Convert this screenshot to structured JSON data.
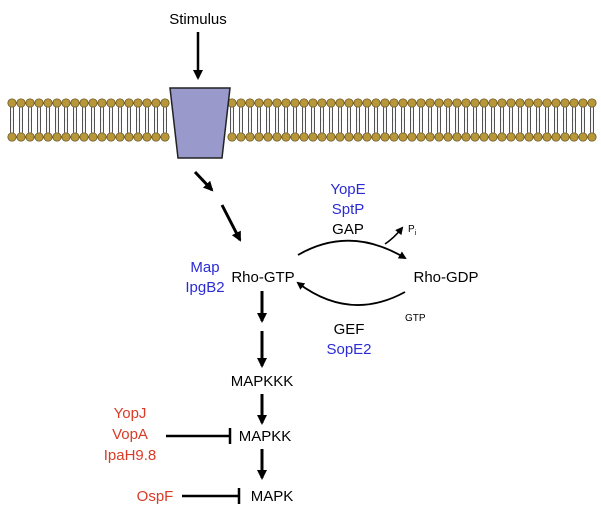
{
  "diagram": {
    "stimulus": "Stimulus",
    "rho_gtp": "Rho-GTP",
    "rho_gdp": "Rho-GDP",
    "gap": "GAP",
    "gef": "GEF",
    "pi_main": "P",
    "pi_sub": "i",
    "gtp": "GTP",
    "mapkkk": "MAPKKK",
    "mapkk": "MAPKK",
    "mapk": "MAPK",
    "gap_effectors": [
      "YopE",
      "SptP"
    ],
    "gef_effector": "SopE2",
    "gef_mimic_effectors": [
      "Map",
      "IpgB2"
    ],
    "mapkk_inhibitors": [
      "YopJ",
      "VopA",
      "IpaH9.8"
    ],
    "mapk_inhibitor": "OspF"
  },
  "colors": {
    "activator_text": "#2b2bd6",
    "inhibitor_text": "#d93b26",
    "receptor_fill": "#9999cc",
    "lipid_head": "#b8963a",
    "line": "#000000"
  }
}
